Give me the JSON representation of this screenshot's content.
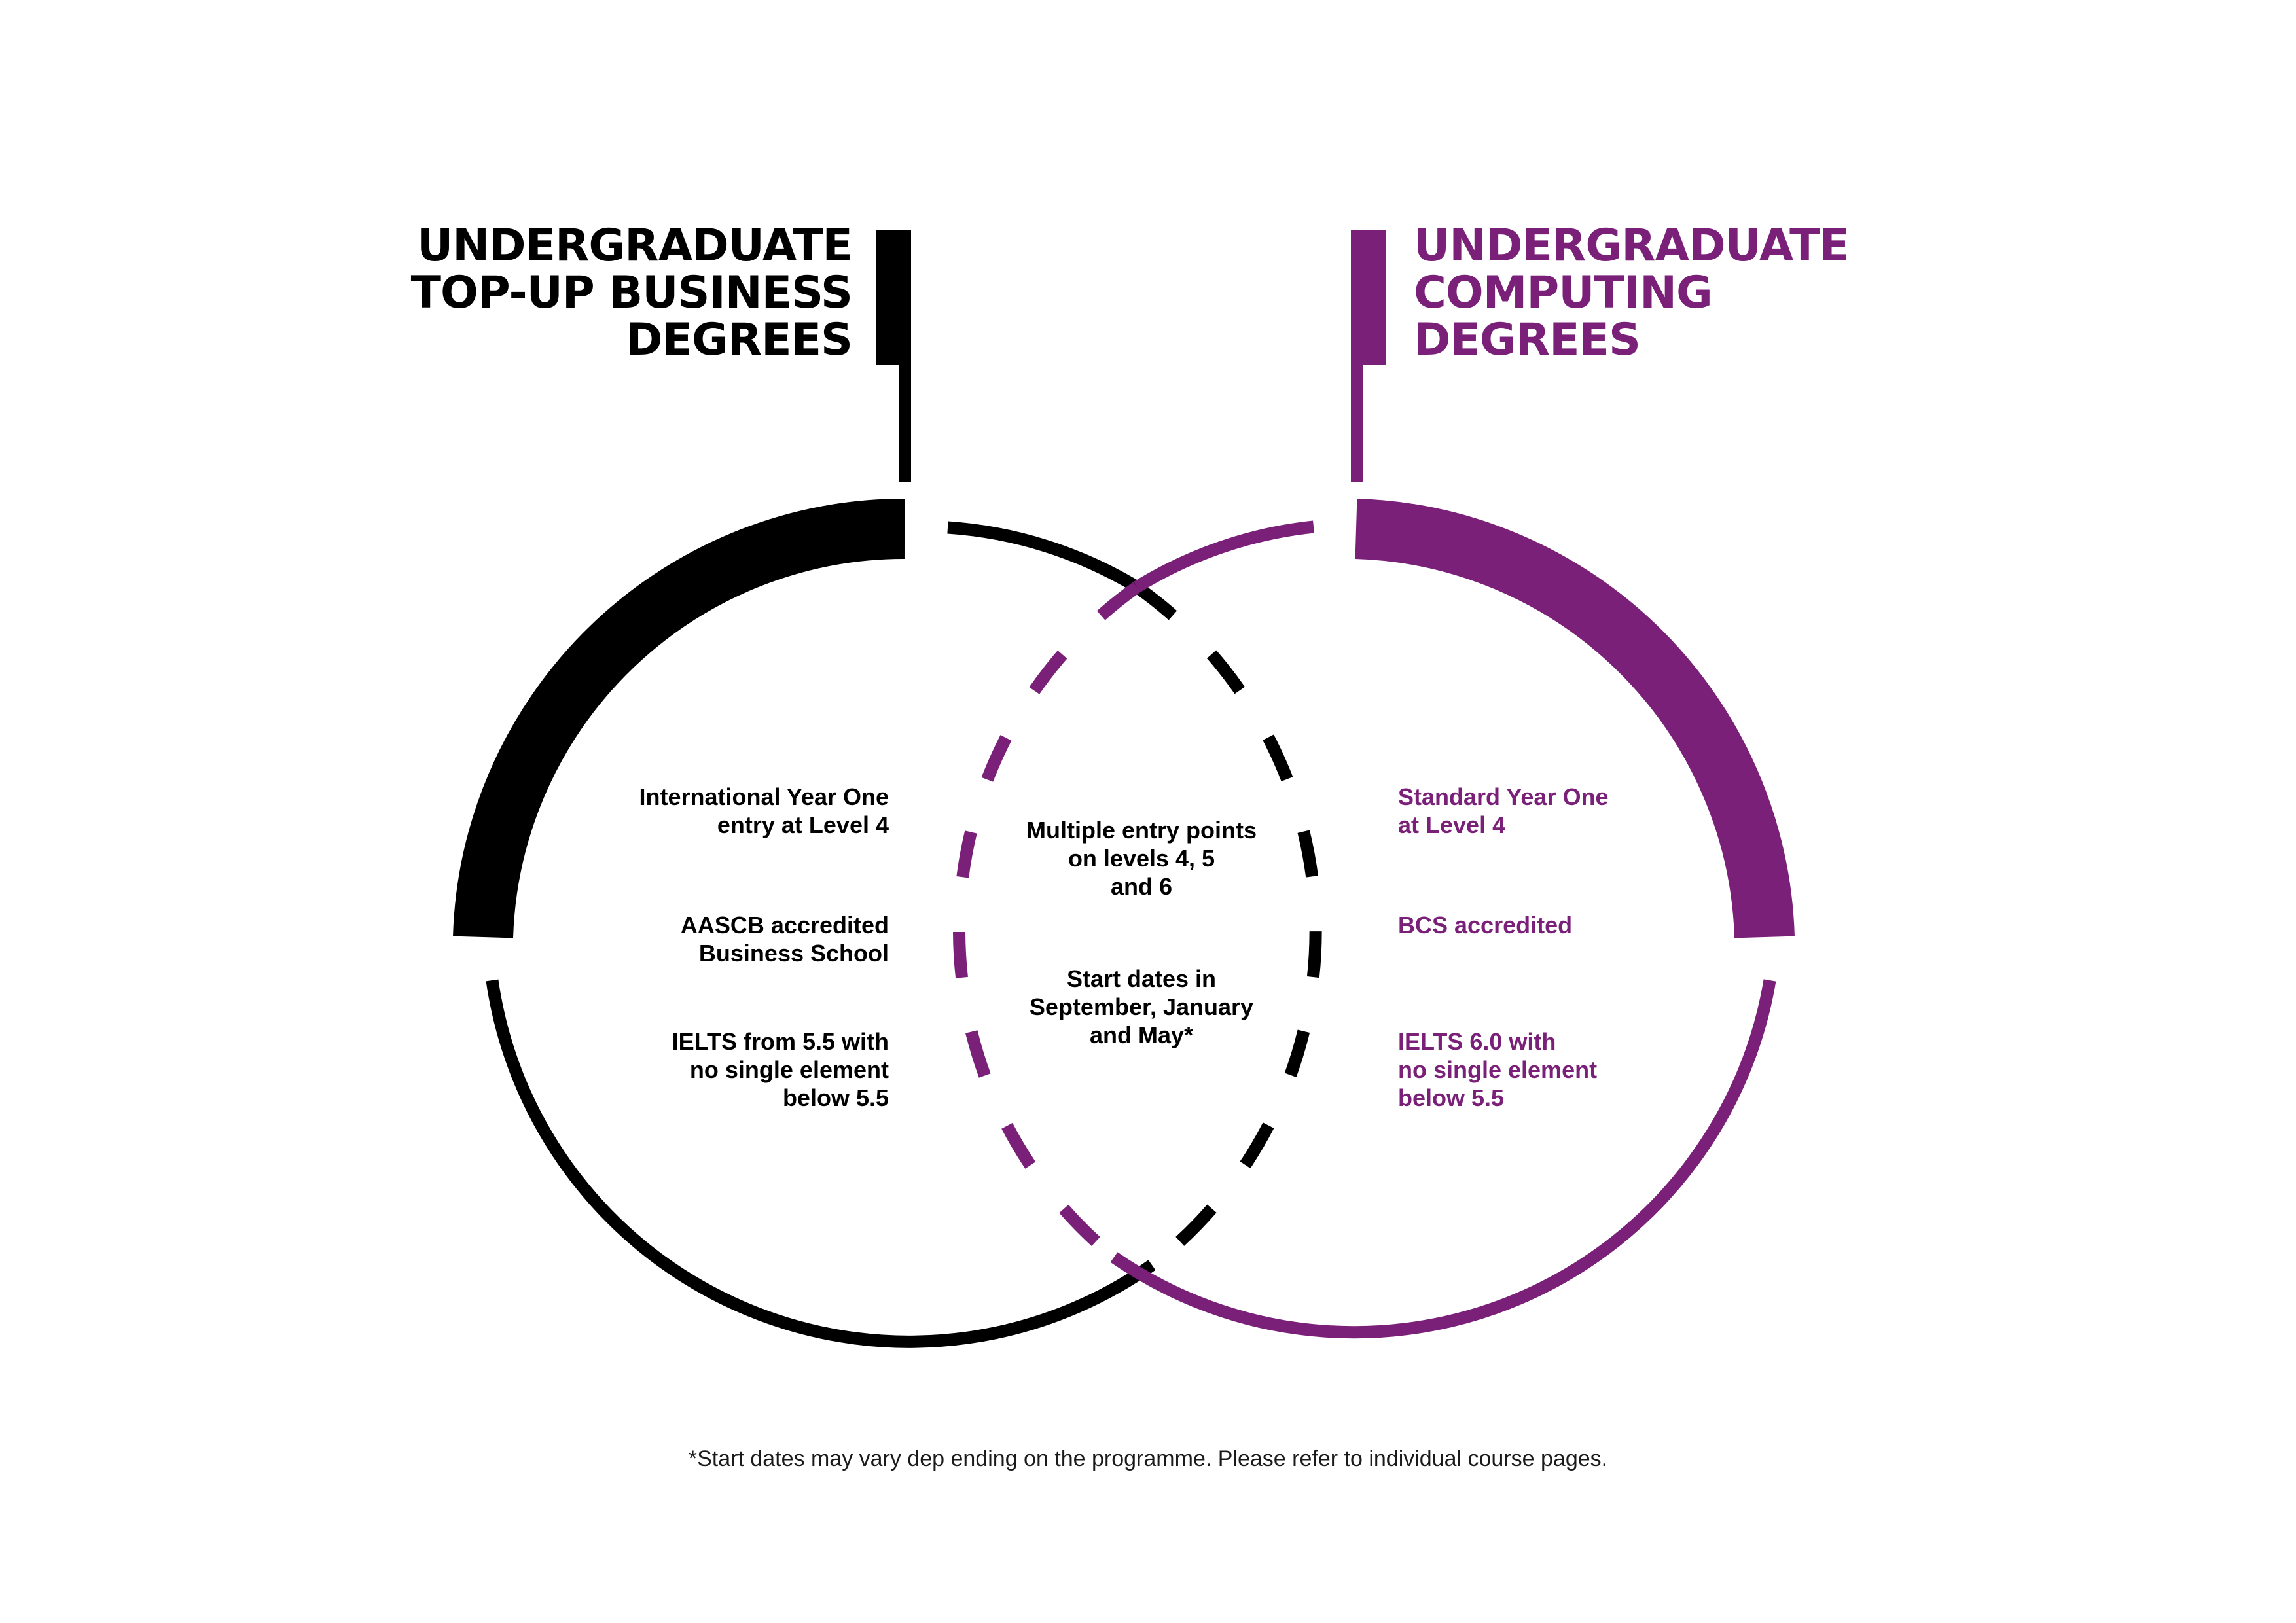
{
  "colors": {
    "business": "#000000",
    "computing": "#7a2078",
    "background": "#ffffff"
  },
  "left": {
    "title_lines": [
      "UNDERGRADUATE",
      "TOP-UP BUSINESS",
      "DEGREES"
    ],
    "features": [
      [
        "International Year One",
        "entry at Level 4"
      ],
      [
        "AASCB accredited",
        "Business School"
      ],
      [
        "IELTS from 5.5 with",
        "no single element",
        "below 5.5"
      ]
    ]
  },
  "right": {
    "title_lines": [
      "UNDERGRADUATE",
      "COMPUTING",
      "DEGREES"
    ],
    "features": [
      [
        "Standard Year One",
        "at Level 4"
      ],
      [
        "BCS accredited"
      ],
      [
        "IELTS 6.0 with",
        "no single element",
        "below 5.5"
      ]
    ]
  },
  "shared": {
    "features": [
      [
        "Multiple entry points",
        "on levels 4, 5",
        "and 6"
      ],
      [
        "Start dates in",
        "September, January",
        "and May*"
      ]
    ]
  },
  "footnote": "*Start dates may vary dep ending on the programme. Please refer to individual course pages."
}
